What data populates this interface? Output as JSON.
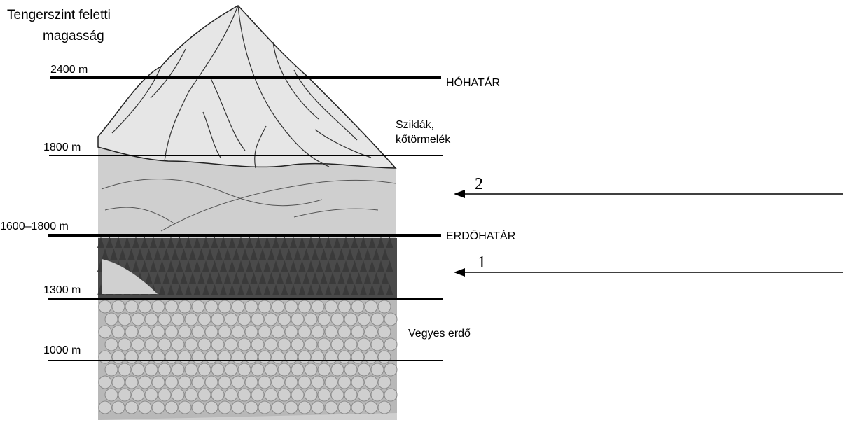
{
  "title": [
    "Tengerszint feletti",
    "magasság"
  ],
  "altitude_lines": [
    {
      "label": "2400 m",
      "bold": true
    },
    {
      "label": "1800 m",
      "bold": false
    },
    {
      "label": "1600–1800 m",
      "bold": true
    },
    {
      "label": "1300 m",
      "bold": false
    },
    {
      "label": "1000 m",
      "bold": false
    }
  ],
  "zones": {
    "snow_line": "HÓHATÁR",
    "rocks": [
      "Sziklák,",
      "kőtörmelék"
    ],
    "tree_line": "ERDŐHATÁR",
    "mixed_forest": "Vegyes erdő"
  },
  "markers": [
    {
      "number": "2"
    },
    {
      "number": "1"
    }
  ],
  "colors": {
    "ink": "#000000",
    "rock": "#d9d9d9",
    "meadow": "#c8c8c8",
    "conifer": "#3a3a3a",
    "broadleaf": "#8a8a8a"
  }
}
